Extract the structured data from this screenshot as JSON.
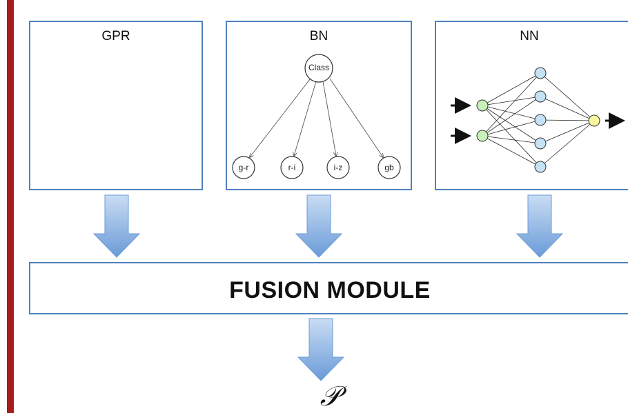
{
  "colors": {
    "accent_bar": "#a61c1c",
    "box_border": "#4f81bd",
    "sheet_fill": "#d9f5e9",
    "input_node": "#c9f0b8",
    "hidden_node": "#c6e2f5",
    "output_node": "#fbf5a0",
    "arrow_light": "#c9dcf3",
    "arrow_dark": "#6a9bd8"
  },
  "panels": {
    "gpr": {
      "title": "GPR"
    },
    "bn": {
      "title": "BN",
      "root_node": "Class",
      "leaf_nodes": [
        "g-r",
        "r-i",
        "i-z",
        "gb"
      ]
    },
    "nn": {
      "title": "NN"
    }
  },
  "fusion": {
    "label": "FUSION MODULE"
  },
  "output": {
    "symbol": "𝒫"
  }
}
